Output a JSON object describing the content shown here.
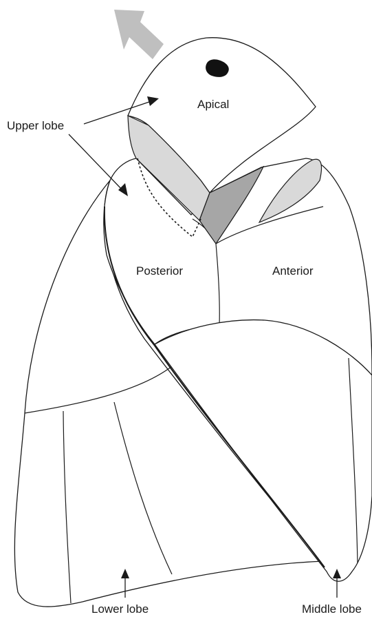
{
  "labels": {
    "apical": "Apical",
    "upper_lobe": "Upper lobe",
    "posterior": "Posterior",
    "anterior": "Anterior",
    "lower_lobe": "Lower lobe",
    "middle_lobe": "Middle lobe"
  },
  "icons": {
    "direction_arrow": "large-arrow-icon",
    "lesion": "lesion-icon"
  },
  "colors": {
    "outline": "#1a1a1a",
    "light_shade": "#d9d9d9",
    "dark_shade": "#a6a6a6",
    "direction_arrow": "#bfbfbf",
    "lesion": "#111111"
  }
}
